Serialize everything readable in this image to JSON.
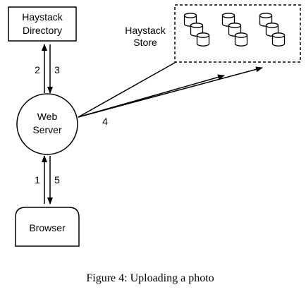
{
  "nodes": {
    "directory": {
      "line1": "Haystack",
      "line2": "Directory"
    },
    "web_server": {
      "line1": "Web",
      "line2": "Server"
    },
    "browser": {
      "label": "Browser"
    },
    "store": {
      "line1": "Haystack",
      "line2": "Store"
    }
  },
  "edges": {
    "step1": "1",
    "step2": "2",
    "step3": "3",
    "step4": "4",
    "step5": "5"
  },
  "store_disks": {
    "group_count": 3,
    "disks_per_group": 3
  },
  "caption": "Figure 4: Uploading a photo"
}
